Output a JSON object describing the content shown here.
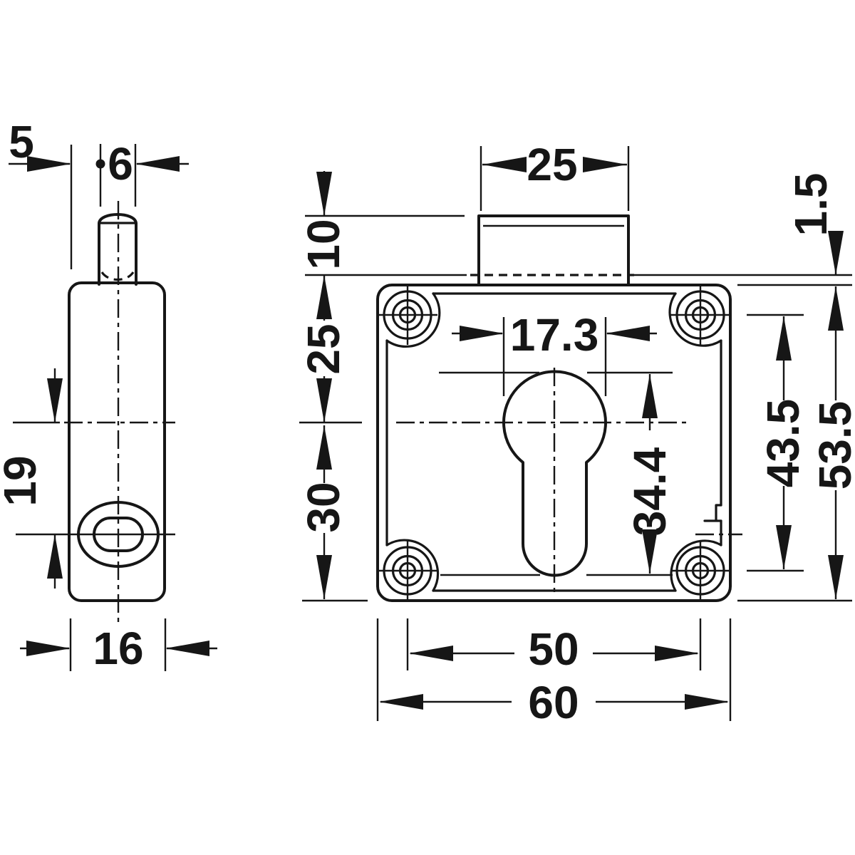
{
  "colors": {
    "line": "#161616",
    "background": "#ffffff"
  },
  "dimensions": {
    "side": {
      "pin_offset": "5",
      "pin_diameter": "6",
      "axis_to_cam": "19",
      "body_width": "16"
    },
    "front": {
      "latch_width": "25",
      "latch_height": "10",
      "top_to_axis": "25",
      "axis_to_bottom": "30",
      "keyhole_diameter": "17.3",
      "keyhole_slot_length": "34.4",
      "lip_clearance": "1.5",
      "screw_spacing_vertical": "43.5",
      "body_height": "53.5",
      "screw_spacing_horizontal": "50",
      "body_length": "60"
    }
  }
}
